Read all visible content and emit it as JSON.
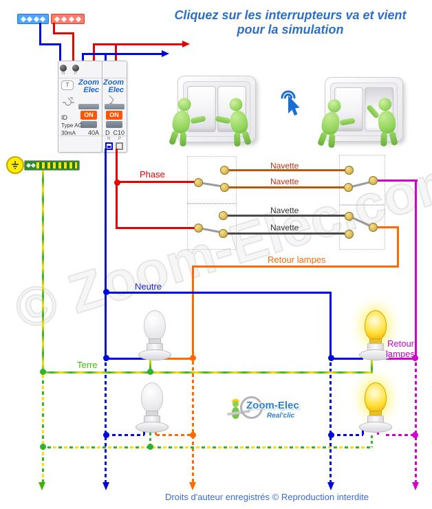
{
  "title": {
    "line1": "Cliquez sur les interrupteurs va et vient",
    "line2": "pour la simulation"
  },
  "breakers": {
    "differential": {
      "brand_line1": "Zoom",
      "brand_line2": "Elec",
      "test_button_label": "T",
      "on_label": "ON",
      "device_label": "ID",
      "type_label": "Type AC",
      "sensitivity_label": "30mA",
      "rating_label": "40A",
      "top_terminal_n": "N",
      "top_terminal_p": "P"
    },
    "circuit_breaker": {
      "brand_line1": "Zoom",
      "brand_line2": "Elec",
      "on_label": "ON",
      "curve_label": "D",
      "rating_label": "C10",
      "bottom_terminal_n": "N",
      "bottom_terminal_p": "P"
    }
  },
  "wire_labels": {
    "phase": "Phase",
    "neutral": "Neutre",
    "earth": "Terre",
    "navettes": [
      "Navette",
      "Navette",
      "Navette",
      "Navette"
    ],
    "retour_lampes": "Retour lampes",
    "retour_lampes_right_line1": "Retour",
    "retour_lampes_right_line2": "lampes"
  },
  "logo": {
    "name": "Zoom-Elec",
    "tagline": "Real'clic"
  },
  "watermark": "© Zoom-Elec.com",
  "footer": "Droits d'auteur enregistrés © Reproduction interdite",
  "colors": {
    "phase_red": "#e60000",
    "neutral_blue": "#0008e0",
    "earth_green": "#2db42d",
    "earth_yellow": "#ffe000",
    "navette_brown": "#b5590a",
    "navette_gray": "#4a4a4a",
    "retour_orange": "#ff6a00",
    "retour_magenta": "#d400cc",
    "title_blue": "#2c6fc4",
    "on_button_orange": "#ff5500"
  }
}
